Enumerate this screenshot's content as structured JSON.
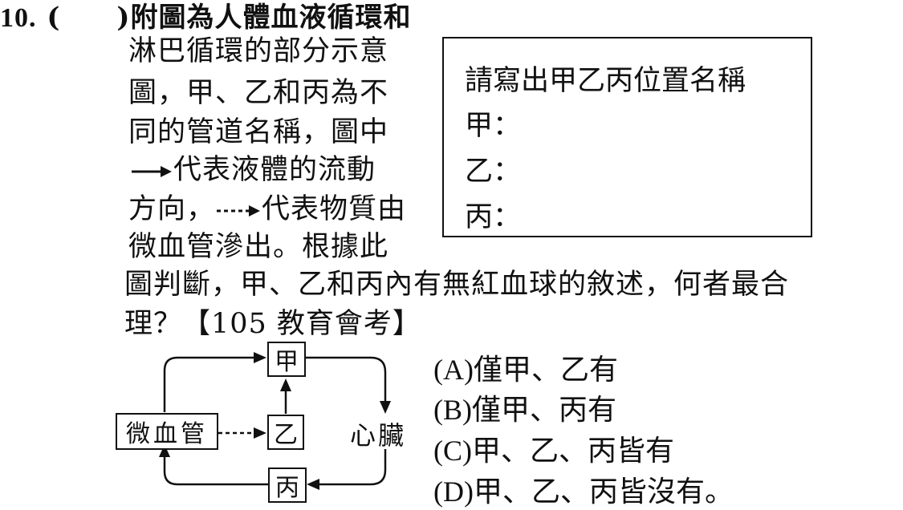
{
  "question": {
    "number": "10.",
    "paren": "(　　)",
    "title": "附圖為人體血液循環和",
    "body_lines": [
      "淋巴循環的部分示意",
      "圖，甲、乙和丙為不",
      "同的管道名稱，圖中"
    ],
    "line4_text": "代表液體的流動",
    "line5_pre": "方向，",
    "line5_post": "代表物質由",
    "line6": "微血管滲出。根據此",
    "line7": "圖判斷，甲、乙和丙內有無紅血球的敘述，何者最合",
    "line8": "理？【105 教育會考】"
  },
  "answer_box": {
    "prompt": "請寫出甲乙丙位置名稱",
    "items": [
      "甲：",
      "乙：",
      "丙："
    ]
  },
  "diagram": {
    "nodes": {
      "capillary": "微血管",
      "jia": "甲",
      "yi": "乙",
      "bing": "丙",
      "heart": "心臟"
    }
  },
  "options": [
    {
      "prefix": "(A)",
      "text": "僅甲、乙有"
    },
    {
      "prefix": "(B)",
      "text": "僅甲、丙有"
    },
    {
      "prefix": "(C)",
      "text": "甲、乙、丙皆有"
    },
    {
      "prefix": "(D)",
      "text": "甲、乙、丙皆沒有。"
    }
  ]
}
